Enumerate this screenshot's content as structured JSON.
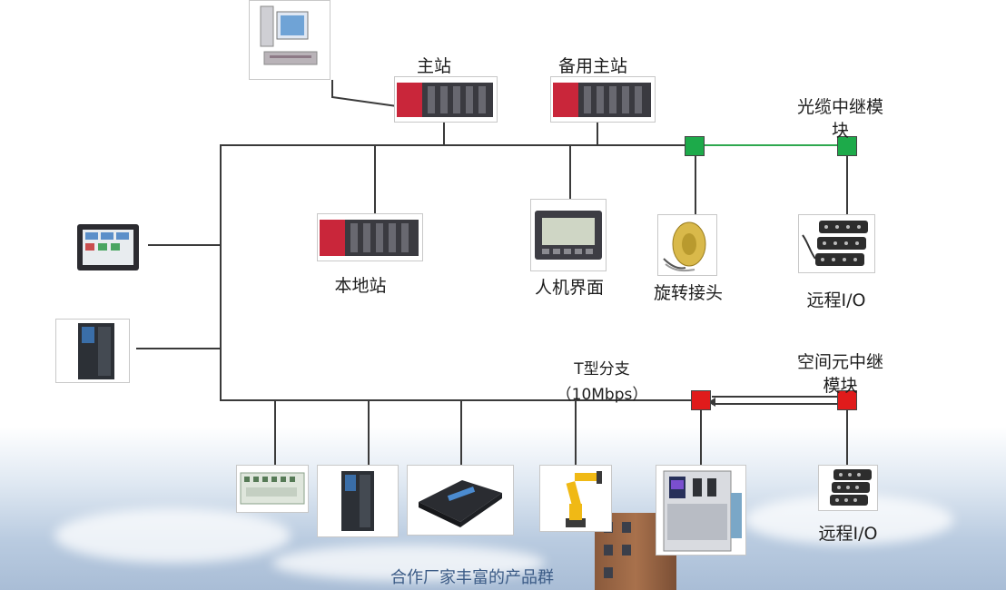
{
  "diagram": {
    "labels": {
      "master_station": "主站",
      "backup_master_station": "备用主站",
      "fiber_repeater": "光缆中继模\n块",
      "local_station": "本地站",
      "hmi": "人机界面",
      "rotary_joint": "旋转接头",
      "remote_io_top": "远程I/O",
      "t_branch_title": "T型分支",
      "t_branch_speed": "（10Mbps）",
      "space_repeater": "空间元中继\n模块",
      "remote_io_bottom": "远程I/O",
      "caption": "合作厂家丰富的产品群"
    },
    "node_colors": {
      "fiber": "#1daa4a",
      "space": "#e01b1b"
    },
    "line_colors": {
      "bus": "#3a3a3a",
      "fiber_link": "#2fa84f"
    },
    "devices": [
      "pc-icon",
      "plc-master-icon",
      "plc-backup-icon",
      "plc-local-icon",
      "hmi-panel-icon",
      "rotary-joint-icon",
      "remote-io-icon",
      "touch-panel-icon",
      "inverter-icon",
      "io-module-icon",
      "drive-icon",
      "controller-box-icon",
      "robot-arm-icon",
      "machine-cabinet-icon"
    ]
  }
}
